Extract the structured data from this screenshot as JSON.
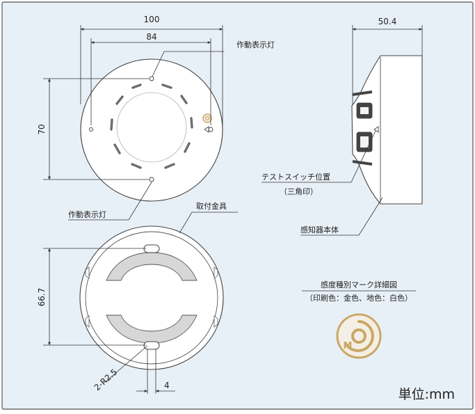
{
  "dimensions": {
    "top_overall_width": "100",
    "top_inner_width": "84",
    "top_height": "70",
    "side_depth": "50.4",
    "base_height": "66.7",
    "slot_radius": "2-R2.5",
    "slot_width": "4"
  },
  "labels": {
    "indicator_top": "作動表示灯",
    "indicator_bottom": "作動表示灯",
    "mounting_bracket": "取付金具",
    "test_switch_position": "テストスイッチ位置",
    "test_switch_note": "（三角印）",
    "detector_body": "感知器本体",
    "mark_detail_title": "感度種別マーク詳細図",
    "mark_detail_note": "（印刷色：金色、地色：白色）",
    "mark_letter": "M",
    "unit": "単位:mm"
  },
  "colors": {
    "background": "#e8f0f7",
    "frame": "#555555",
    "mark_gold": "#c8a866",
    "mark_ground": "#f4efe4"
  }
}
